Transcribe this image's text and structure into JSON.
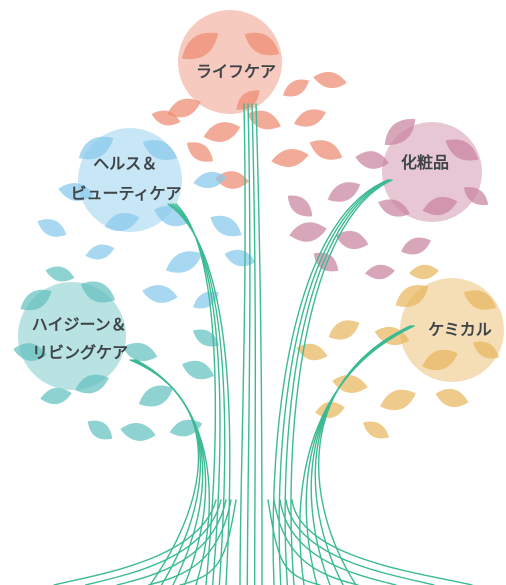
{
  "branches": [
    {
      "id": "lifecare",
      "lines": [
        "ライフケア"
      ],
      "color": "#ee8a72"
    },
    {
      "id": "cosmetics",
      "lines": [
        "化粧品"
      ],
      "color": "#c9839e"
    },
    {
      "id": "health-beauty",
      "lines": [
        "ヘルス＆",
        "ビューティケア"
      ],
      "color": "#86c9ec"
    },
    {
      "id": "hygiene-living",
      "lines": [
        "ハイジーン＆",
        "リビングケア"
      ],
      "color": "#63c0bf"
    },
    {
      "id": "chemical",
      "lines": [
        "ケミカル"
      ],
      "color": "#e8b55e"
    }
  ],
  "trunk_color": "#3cba93"
}
